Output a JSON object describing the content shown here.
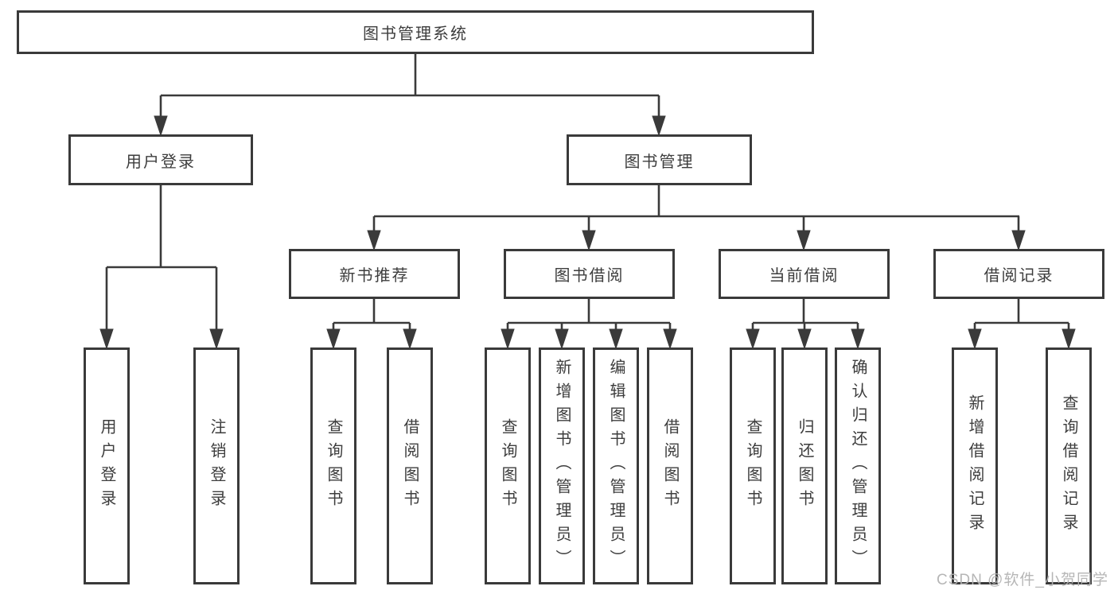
{
  "diagram": {
    "root": {
      "label": "图书管理系统"
    },
    "branches": [
      {
        "label": "用户登录",
        "children": [
          {
            "label": "用户登录"
          },
          {
            "label": "注销登录"
          }
        ]
      },
      {
        "label": "图书管理",
        "children": [
          {
            "label": "新书推荐",
            "children": [
              {
                "label": "查询图书"
              },
              {
                "label": "借阅图书"
              }
            ]
          },
          {
            "label": "图书借阅",
            "children": [
              {
                "label": "查询图书"
              },
              {
                "label": "新增图书（管理员）"
              },
              {
                "label": "编辑图书（管理员）"
              },
              {
                "label": "借阅图书"
              }
            ]
          },
          {
            "label": "当前借阅",
            "children": [
              {
                "label": "查询图书"
              },
              {
                "label": "归还图书"
              },
              {
                "label": "确认归还（管理员）"
              }
            ]
          },
          {
            "label": "借阅记录",
            "children": [
              {
                "label": "新增借阅记录"
              },
              {
                "label": "查询借阅记录"
              }
            ]
          }
        ]
      }
    ],
    "line_color": "#3a3a3a",
    "box_background": "#ffffff"
  },
  "watermark": {
    "text": "CSDN @软件_小贺同学"
  }
}
